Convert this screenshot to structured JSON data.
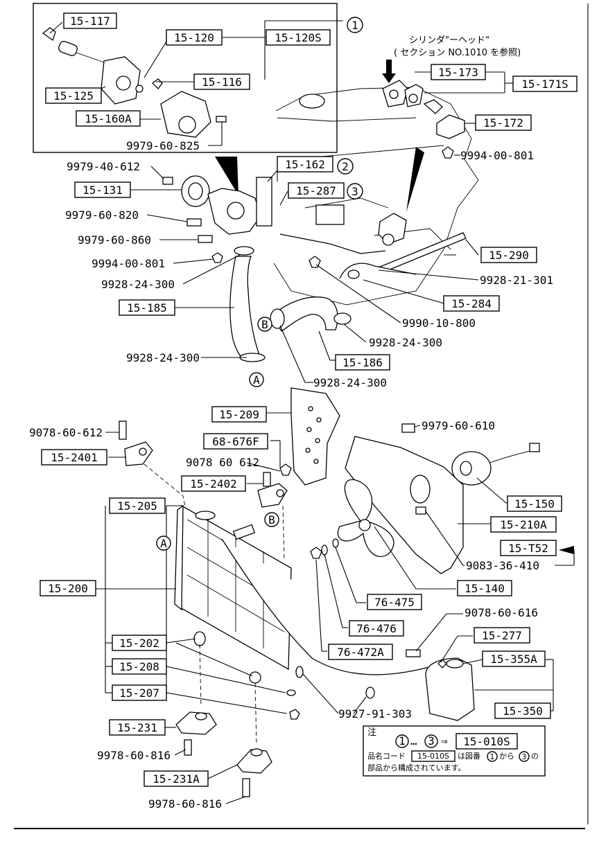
{
  "group_ref_1": "1",
  "group_ref_2": "2",
  "group_ref_3": "3",
  "marker_a": "A",
  "marker_b": "B",
  "jp_note": {
    "line1": "シリンダ\"ーヘッド\"",
    "line2": "( セクション  NO.1010 を参照)"
  },
  "parts": {
    "p15_117": "15-117",
    "p15_120": "15-120",
    "p15_120s": "15-120S",
    "p15_125": "15-125",
    "p15_116": "15-116",
    "p15_160a": "15-160A",
    "p9979_60_825": "9979-60-825",
    "p15_173": "15-173",
    "p15_171s": "15-171S",
    "p15_172": "15-172",
    "p9994_00_801a": "9994-00-801",
    "p9979_40_612": "9979-40-612",
    "p15_162": "15-162",
    "p15_287": "15-287",
    "p15_131": "15-131",
    "p9979_60_820": "9979-60-820",
    "p9979_60_860": "9979-60-860",
    "p9994_00_801b": "9994-00-801",
    "p9928_24_300a": "9928-24-300",
    "p15_185": "15-185",
    "p15_290": "15-290",
    "p9928_21_301": "9928-21-301",
    "p15_284": "15-284",
    "p9990_10_800": "9990-10-800",
    "p9928_24_300b": "9928-24-300",
    "p9928_24_300c": "9928-24-300",
    "p15_186": "15-186",
    "p9928_24_300d": "9928-24-300",
    "p15_209": "15-209",
    "p68_676f": "68-676F",
    "p9078_60_612a": "9078 60 612",
    "p15_2402": "15-2402",
    "p9078_60_612b": "9078-60-612",
    "p15_2401": "15-2401",
    "p9979_60_610": "9979-60-610",
    "p15_150": "15-150",
    "p15_210a": "15-210A",
    "p15_t52": "15-T52",
    "p9083_36_410": "9083-36-410",
    "p15_140": "15-140",
    "p15_205": "15-205",
    "p15_200": "15-200",
    "p76_475": "76-475",
    "p76_476": "76-476",
    "p76_472a": "76-472A",
    "p9078_60_616": "9078-60-616",
    "p15_277": "15-277",
    "p15_355a": "15-355A",
    "p15_350": "15-350",
    "p15_202": "15-202",
    "p15_208": "15-208",
    "p15_207": "15-207",
    "p9927_91_303": "9927-91-303",
    "p15_231": "15-231",
    "p9978_60_816a": "9978-60-816",
    "p15_231a": "15-231A",
    "p9978_60_816b": "9978-60-816"
  },
  "footnote": {
    "heading": "注",
    "range_start": "1",
    "range_dots": "…",
    "range_end": "3",
    "arrow": "⇒",
    "ref": "15-010S",
    "line2_pre": "品名コード",
    "line2_code": "15-010S",
    "line2_mid": "は図番",
    "line2_c1": "1",
    "line2_from": "から",
    "line2_c3": "3",
    "line2_post": "の",
    "line3": "部品から構成されています。"
  }
}
